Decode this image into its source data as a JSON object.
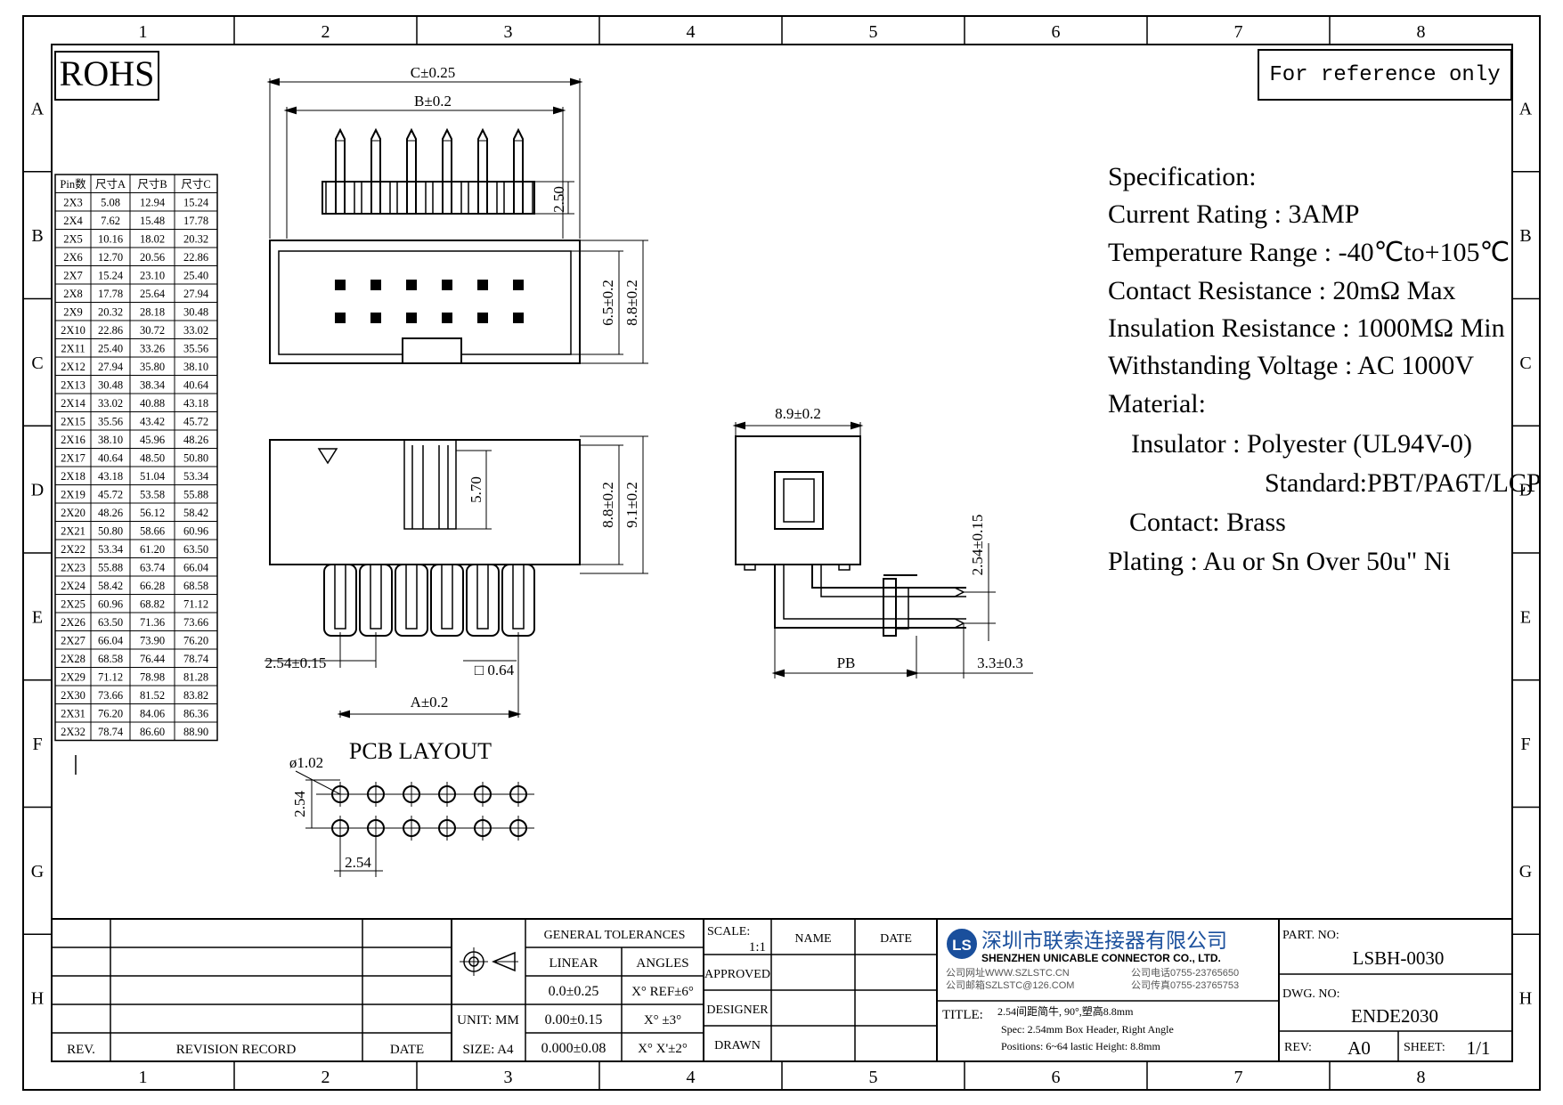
{
  "border": {
    "cols": [
      "1",
      "2",
      "3",
      "4",
      "5",
      "6",
      "7",
      "8"
    ],
    "rows": [
      "A",
      "B",
      "C",
      "D",
      "E",
      "F",
      "G",
      "H"
    ]
  },
  "rohs_label": "ROHS",
  "reference_note": "For reference only",
  "dim_table": {
    "headers": [
      "Pin数",
      "尺寸A",
      "尺寸B",
      "尺寸C"
    ],
    "rows": [
      [
        "2X3",
        "5.08",
        "12.94",
        "15.24"
      ],
      [
        "2X4",
        "7.62",
        "15.48",
        "17.78"
      ],
      [
        "2X5",
        "10.16",
        "18.02",
        "20.32"
      ],
      [
        "2X6",
        "12.70",
        "20.56",
        "22.86"
      ],
      [
        "2X7",
        "15.24",
        "23.10",
        "25.40"
      ],
      [
        "2X8",
        "17.78",
        "25.64",
        "27.94"
      ],
      [
        "2X9",
        "20.32",
        "28.18",
        "30.48"
      ],
      [
        "2X10",
        "22.86",
        "30.72",
        "33.02"
      ],
      [
        "2X11",
        "25.40",
        "33.26",
        "35.56"
      ],
      [
        "2X12",
        "27.94",
        "35.80",
        "38.10"
      ],
      [
        "2X13",
        "30.48",
        "38.34",
        "40.64"
      ],
      [
        "2X14",
        "33.02",
        "40.88",
        "43.18"
      ],
      [
        "2X15",
        "35.56",
        "43.42",
        "45.72"
      ],
      [
        "2X16",
        "38.10",
        "45.96",
        "48.26"
      ],
      [
        "2X17",
        "40.64",
        "48.50",
        "50.80"
      ],
      [
        "2X18",
        "43.18",
        "51.04",
        "53.34"
      ],
      [
        "2X19",
        "45.72",
        "53.58",
        "55.88"
      ],
      [
        "2X20",
        "48.26",
        "56.12",
        "58.42"
      ],
      [
        "2X21",
        "50.80",
        "58.66",
        "60.96"
      ],
      [
        "2X22",
        "53.34",
        "61.20",
        "63.50"
      ],
      [
        "2X23",
        "55.88",
        "63.74",
        "66.04"
      ],
      [
        "2X24",
        "58.42",
        "66.28",
        "68.58"
      ],
      [
        "2X25",
        "60.96",
        "68.82",
        "71.12"
      ],
      [
        "2X26",
        "63.50",
        "71.36",
        "73.66"
      ],
      [
        "2X27",
        "66.04",
        "73.90",
        "76.20"
      ],
      [
        "2X28",
        "68.58",
        "76.44",
        "78.74"
      ],
      [
        "2X29",
        "71.12",
        "78.98",
        "81.28"
      ],
      [
        "2X30",
        "73.66",
        "81.52",
        "83.82"
      ],
      [
        "2X31",
        "76.20",
        "84.06",
        "86.36"
      ],
      [
        "2X32",
        "78.74",
        "86.60",
        "88.90"
      ]
    ]
  },
  "dimensions": {
    "c": "C±0.25",
    "b": "B±0.2",
    "pin_height": "2.50",
    "h65": "6.5±0.2",
    "h88_top": "8.8±0.2",
    "h570": "5.70",
    "h88_front": "8.8±0.2",
    "h91": "9.1±0.2",
    "pitch": "2.54±0.15",
    "pin_sq": "□ 0.64",
    "a": "A±0.2",
    "side_w": "8.9±0.2",
    "side_pitch": "2.54±0.15",
    "pb": "PB",
    "tail": "3.3±0.3"
  },
  "pcb": {
    "title": "PCB LAYOUT",
    "hole": "ø1.02",
    "v_pitch": "2.54",
    "h_pitch": "2.54"
  },
  "spec": {
    "title": "Specification:",
    "lines": [
      "Current Rating : 3AMP",
      "Temperature Range : -40℃to+105℃",
      "Contact Resistance : 20mΩ  Max",
      "Insulation Resistance : 1000MΩ  Min",
      "Withstanding Voltage : AC 1000V",
      "Material:",
      "Insulator : Polyester (UL94V-0)",
      "Standard:PBT/PA6T/LCP",
      "Contact: Brass",
      "Plating : Au or Sn Over 50u\" Ni"
    ]
  },
  "title_block": {
    "rev_label": "REV.",
    "revision_record": "REVISION RECORD",
    "date_label": "DATE",
    "unit": "UNIT: MM",
    "size": "SIZE: A4",
    "tol_header": "GENERAL TOLERANCES",
    "linear": "LINEAR",
    "angles": "ANGLES",
    "tol_rows": [
      [
        "0.0±0.25",
        "X°  REF±6°"
      ],
      [
        "0.00±0.15",
        "X°  ±3°"
      ],
      [
        "0.000±0.08",
        "X°  X'±2°"
      ]
    ],
    "scale_label": "SCALE:",
    "scale_value": "1:1",
    "approved": "APPROVED",
    "designer": "DESIGNER",
    "drawn": "DRAWN",
    "name_col": "NAME",
    "date_col": "DATE",
    "company_cn": "深圳市联索连接器有限公司",
    "company_en": "SHENZHEN UNICABLE CONNECTOR CO., LTD.",
    "web": "公司网址WWW.SZLSTC.CN",
    "email": "公司邮箱SZLSTC@126.COM",
    "phone": "公司电话0755-23765650",
    "fax": "公司传真0755-23765753",
    "title_label": "TITLE:",
    "title_lines": [
      "2.54间距简牛, 90°,塑高8.8mm",
      "Spec: 2.54mm Box Header, Right Angle",
      "Positions: 6~64 lastic Height: 8.8mm"
    ],
    "part_label": "PART. NO:",
    "part_no": "LSBH-0030",
    "dwg_label": "DWG. NO:",
    "dwg_no": "ENDE2030",
    "rev_field_label": "REV:",
    "rev_value": "A0",
    "sheet_label": "SHEET:",
    "sheet_value": "1/1"
  }
}
